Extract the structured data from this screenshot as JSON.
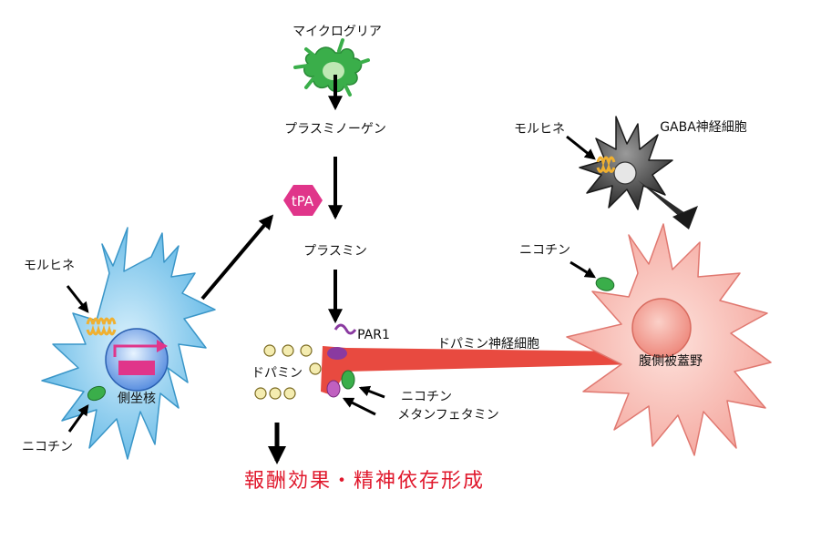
{
  "labels": {
    "microglia": "マイクログリア",
    "plasminogen": "プラスミノーゲン",
    "tpa": "tPA",
    "plasmin": "プラスミン",
    "morphine_left": "モルヒネ",
    "morphine_right": "モルヒネ",
    "gaba_neuron": "GABA神経細胞",
    "nicotine_left": "ニコチン",
    "nicotine_right": "ニコチン",
    "nicotine_center": "ニコチン",
    "nucleus_accumbens": "側坐核",
    "par1": "PAR1",
    "dopamine": "ドパミン",
    "dopamine_neuron": "ドパミン神経細胞",
    "vta": "腹側被蓋野",
    "methamphetamine": "メタンフェタミン",
    "outcome": "報酬効果・精神依存形成"
  },
  "colors": {
    "nac_neuron": "#5ab4e4",
    "vta_neuron": "#f4a39a",
    "axon": "#e84a40",
    "microglia": "#3aae4a",
    "gaba_neuron": "#3a3a3a",
    "tpa": "#e0358a",
    "outcome_text": "#e0182c",
    "receptor": "#f0b030",
    "dopamine_vesicle": "#f4ecb0"
  }
}
